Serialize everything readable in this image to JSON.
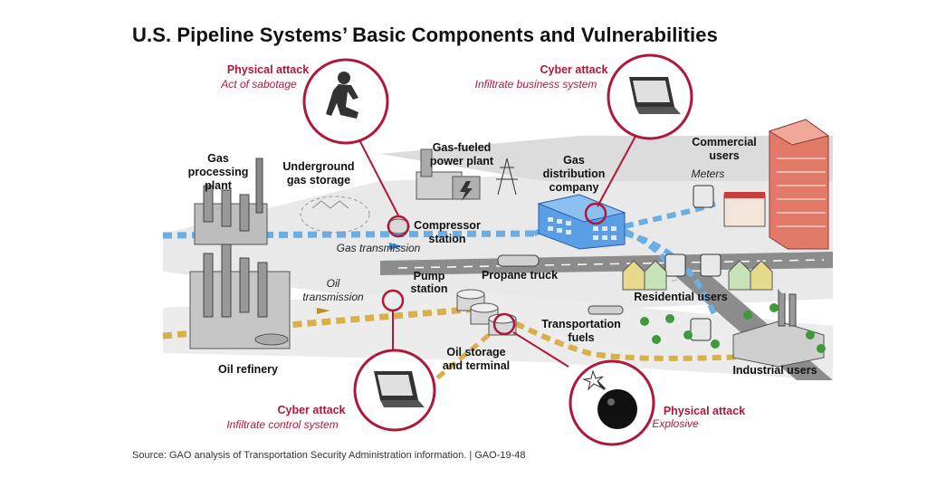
{
  "title": "U.S. Pipeline Systems’ Basic Components and Vulnerabilities",
  "source": "Source: GAO analysis of Transportation Security Administration information. | GAO-19-48",
  "attacks": {
    "physical_top": {
      "label": "Physical attack",
      "sub": "Act of sabotage"
    },
    "cyber_top": {
      "label": "Cyber attack",
      "sub": "Infiltrate business system"
    },
    "cyber_bottom": {
      "label": "Cyber attack",
      "sub": "Infiltrate control system"
    },
    "physical_bottom": {
      "label": "Physical attack",
      "sub": "Explosive"
    }
  },
  "components": {
    "gas_processing": [
      "Gas",
      "processing",
      "plant"
    ],
    "underground_storage": [
      "Underground",
      "gas storage"
    ],
    "power_plant": [
      "Gas-fueled",
      "power plant"
    ],
    "gas_distribution": [
      "Gas",
      "distribution",
      "company"
    ],
    "commercial": [
      "Commercial",
      "users"
    ],
    "meters": "Meters",
    "compressor": [
      "Compressor",
      "station"
    ],
    "gas_transmission": "Gas transmission",
    "propane": "Propane truck",
    "oil_transmission": [
      "Oil",
      "transmission"
    ],
    "pump": [
      "Pump",
      "station"
    ],
    "residential": "Residential users",
    "transport_fuels": [
      "Transportation",
      "fuels"
    ],
    "oil_storage": [
      "Oil storage",
      "and terminal"
    ],
    "oil_refinery": "Oil refinery",
    "industrial": "Industrial users"
  }
}
